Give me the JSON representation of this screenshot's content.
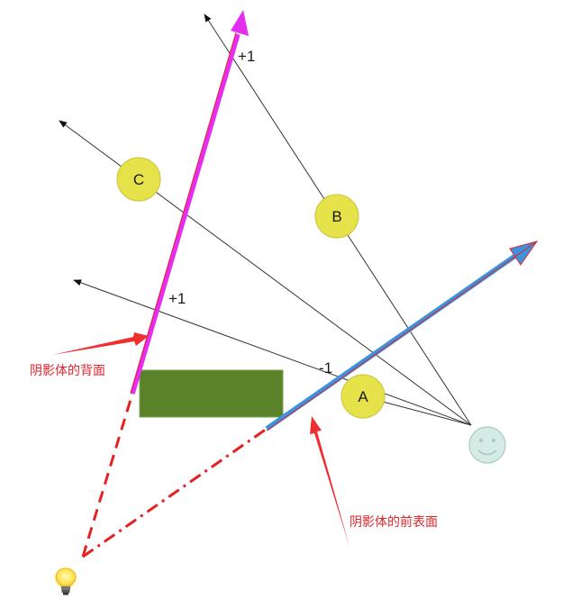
{
  "labels": {
    "plus_one_top": "+1",
    "plus_one_mid": "+1",
    "minus_one": "-1",
    "circle_a": "A",
    "circle_b": "B",
    "circle_c": "C",
    "shadow_back_face": "阴影体的背面",
    "shadow_front_face": "阴影体的前表面"
  },
  "colors": {
    "occluder": "#5a8228",
    "occluder_border": "#6f9a3a",
    "ray": "#222222",
    "back_face": "#e62ef0",
    "front_face": "#3b93e0",
    "shadow_edge": "#e52222",
    "annotation": "#f03030",
    "circle_fill": "#e6e24a",
    "circle_stroke": "#c8c23a",
    "viewer_fill": "#d5ebe6",
    "viewer_stroke": "#a9c9c2"
  },
  "icons": {
    "light": "lightbulb-icon",
    "viewer": "smiley-face-icon"
  }
}
